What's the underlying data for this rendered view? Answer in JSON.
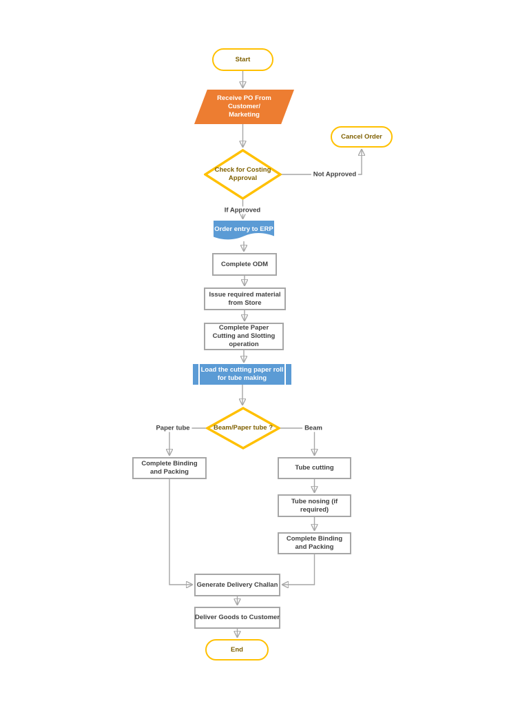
{
  "flowchart": {
    "nodes": {
      "start": "Start",
      "receive_po": "Receive PO From Customer/ Marketing",
      "check_costing": "Check for Costing Approval",
      "cancel_order": "Cancel Order",
      "order_entry": "Order entry to ERP",
      "complete_odm": "Complete ODM",
      "issue_material": "Issue required material from Store",
      "paper_cutting": "Complete Paper Cutting and Slotting operation",
      "load_roll": "Load the cutting paper roll for tube making",
      "beam_question": "Beam/Paper tube ?",
      "binding_left": "Complete Binding and Packing",
      "tube_cutting": "Tube cutting",
      "tube_nosing": "Tube nosing (if required)",
      "binding_right": "Complete Binding and Packing",
      "generate_challan": "Generate Delivery Challan",
      "deliver_goods": "Deliver Goods to Customer",
      "end": "End"
    },
    "edge_labels": {
      "not_approved": "Not Approved",
      "if_approved": "If Approved",
      "paper_tube": "Paper tube",
      "beam": "Beam"
    },
    "edges": [
      {
        "from": "start",
        "to": "receive_po"
      },
      {
        "from": "receive_po",
        "to": "check_costing"
      },
      {
        "from": "check_costing",
        "to": "cancel_order",
        "label": "Not Approved"
      },
      {
        "from": "check_costing",
        "to": "order_entry",
        "label": "If Approved"
      },
      {
        "from": "order_entry",
        "to": "complete_odm"
      },
      {
        "from": "complete_odm",
        "to": "issue_material"
      },
      {
        "from": "issue_material",
        "to": "paper_cutting"
      },
      {
        "from": "paper_cutting",
        "to": "load_roll"
      },
      {
        "from": "load_roll",
        "to": "beam_question"
      },
      {
        "from": "beam_question",
        "to": "binding_left",
        "label": "Paper tube"
      },
      {
        "from": "beam_question",
        "to": "tube_cutting",
        "label": "Beam"
      },
      {
        "from": "tube_cutting",
        "to": "tube_nosing"
      },
      {
        "from": "tube_nosing",
        "to": "binding_right"
      },
      {
        "from": "binding_left",
        "to": "generate_challan"
      },
      {
        "from": "binding_right",
        "to": "generate_challan"
      },
      {
        "from": "generate_challan",
        "to": "deliver_goods"
      },
      {
        "from": "deliver_goods",
        "to": "end"
      }
    ],
    "colors": {
      "terminator_border": "#FFC000",
      "decision_border": "#FFC000",
      "process_border": "#A6A6A6",
      "parallelogram_fill": "#ED7D31",
      "blue_fill": "#5B9BD5",
      "connector": "#A6A6A6",
      "text_dark": "#404040",
      "text_gold": "#7F6000",
      "text_white": "#FFFFFF"
    }
  }
}
